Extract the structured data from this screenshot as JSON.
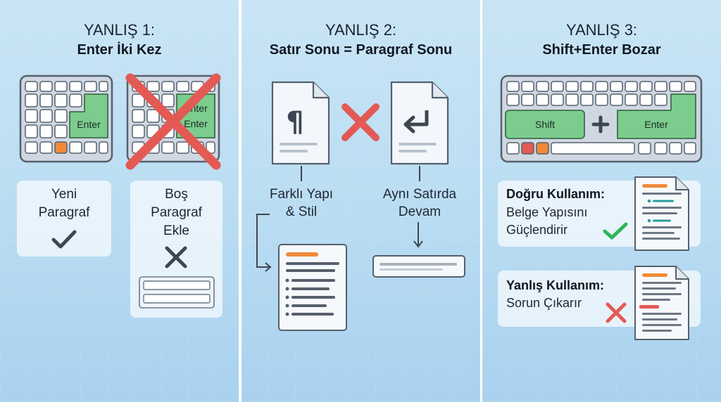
{
  "panels": [
    {
      "title": "YANLIŞ 1:",
      "subtitle": "Enter İki Kez",
      "enter_key": "Enter",
      "crossed_key_top": "Enter",
      "crossed_key_bottom": "Enter",
      "good_label_line1": "Yeni",
      "good_label_line2": "Paragraf",
      "bad_label_line1": "Boş",
      "bad_label_line2": "Paragraf",
      "bad_label_line3": "Ekle"
    },
    {
      "title": "YANLIŞ 2:",
      "subtitle": "Satır Sonu = Paragraf Sonu",
      "pilcrow": "¶",
      "left_label_line1": "Farklı Yapı",
      "left_label_line2": "& Stil",
      "right_label_line1": "Aynı Satırda",
      "right_label_line2": "Devam"
    },
    {
      "title": "YANLIŞ 3:",
      "subtitle": "Shift+Enter Bozar",
      "shift_key": "Shift",
      "enter_key": "Enter",
      "good_heading": "Doğru Kullanım:",
      "good_line1": "Belge Yapısını",
      "good_line2": "Güçlendirir",
      "bad_heading": "Yanlış Kullanım:",
      "bad_line1": "Sorun Çıkarır"
    }
  ],
  "colors": {
    "key_green": "#7ccc8e",
    "cross_red": "#e35a55",
    "check_green": "#2fb457",
    "accent_orange": "#f08a3a",
    "doc_teal": "#2a9d9a"
  }
}
